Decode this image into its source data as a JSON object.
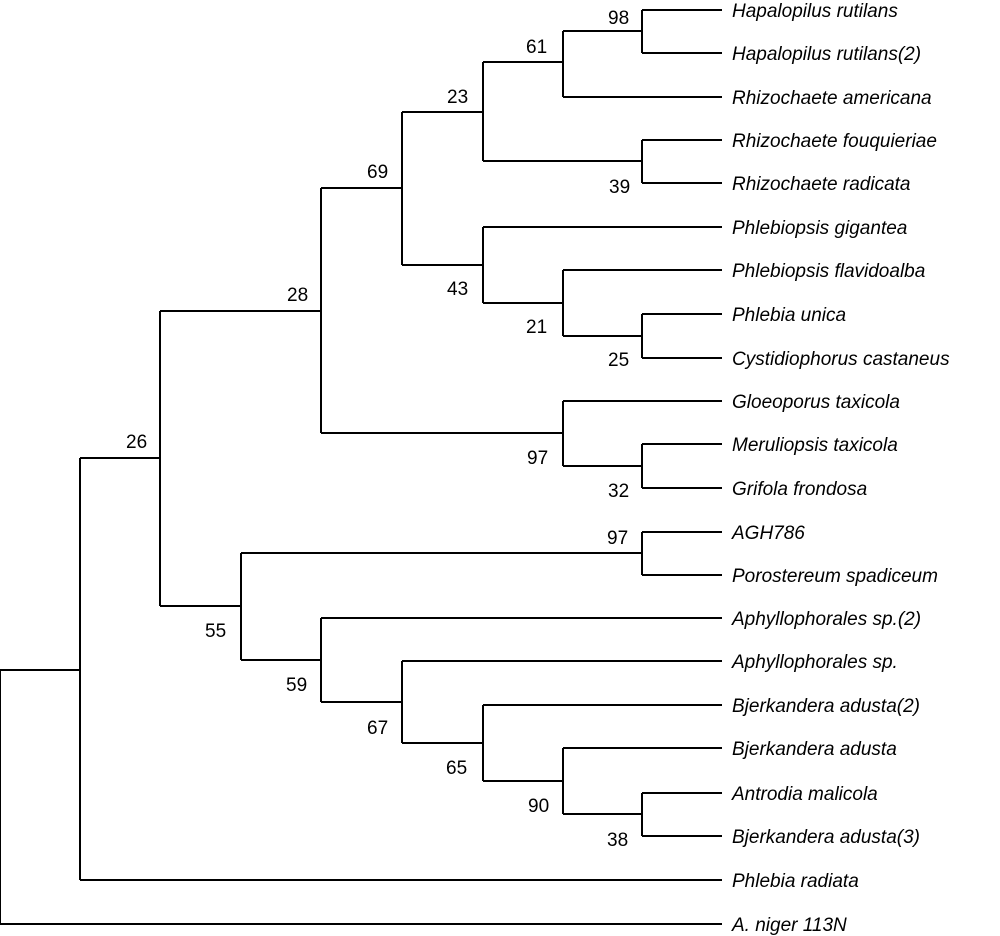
{
  "tree": {
    "taxa": [
      "Hapalopilus rutilans",
      "Hapalopilus rutilans(2)",
      "Rhizochaete americana",
      "Rhizochaete fouquieriae",
      "Rhizochaete radicata",
      "Phlebiopsis gigantea",
      "Phlebiopsis flavidoalba",
      "Phlebia unica",
      "Cystidiophorus castaneus",
      "Gloeoporus taxicola",
      "Meruliopsis taxicola",
      "Grifola frondosa",
      "AGH786",
      "Porostereum spadiceum",
      "Aphyllophorales sp.(2)",
      "Aphyllophorales sp.",
      "Bjerkandera adusta(2)",
      "Bjerkandera adusta",
      "Antrodia malicola",
      "Bjerkandera adusta(3)",
      "Phlebia radiata",
      "A. niger 113N"
    ],
    "support_values": [
      98,
      61,
      23,
      39,
      69,
      43,
      21,
      25,
      28,
      97,
      32,
      26,
      97,
      55,
      59,
      67,
      65,
      90,
      38
    ]
  }
}
